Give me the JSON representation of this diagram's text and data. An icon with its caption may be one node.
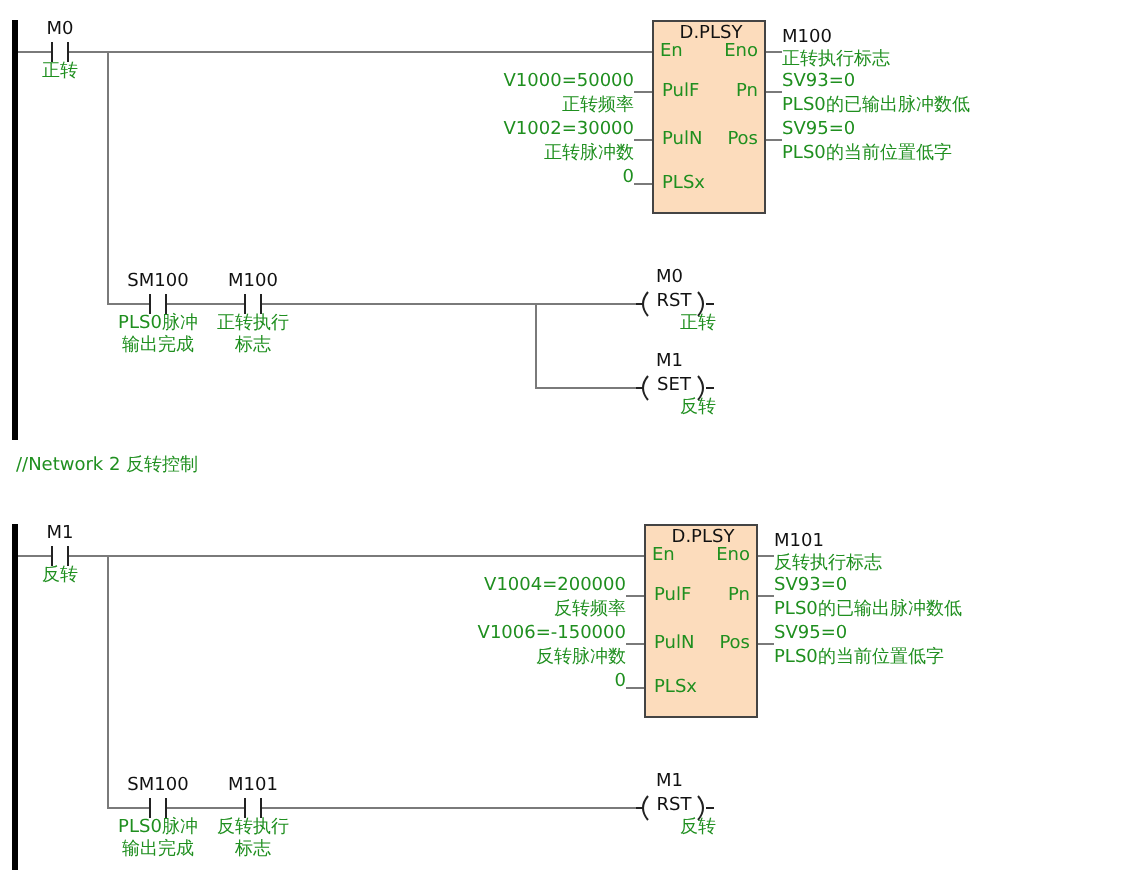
{
  "diagram": {
    "nodes": [
      {
        "text": [],
        "shape": "bar"
      },
      {
        "text": [
          "M0",
          "正转"
        ]
      },
      {
        "text": [
          "D.PLSY",
          "En",
          "Eno",
          "PulF",
          "Pn",
          "PulN",
          "Pos",
          "PLSx"
        ],
        "beside": [
          "M100",
          "正转执行标志",
          "V1000=50000",
          "正转频率",
          "SV93=0",
          "PLS0的已输出脉冲数低",
          "V1002=30000",
          "正转脉冲数",
          "SV95=0",
          "PLS0的当前位置低字",
          "0"
        ]
      },
      {
        "text": [
          "SM100",
          "PLS0脉冲输出完成"
        ]
      },
      {
        "text": [
          "M100",
          "正转执行标志"
        ]
      },
      {
        "text": [
          "M0",
          "RST",
          "正转"
        ]
      },
      {
        "text": [
          "M1",
          "SET",
          "反转"
        ]
      },
      {
        "text": [],
        "shape": "bar"
      },
      {
        "text": [
          "M1",
          "反转"
        ]
      },
      {
        "text": [
          "D.PLSY",
          "En",
          "Eno",
          "PulF",
          "Pn",
          "PulN",
          "Pos",
          "PLSx"
        ],
        "beside": [
          "M101",
          "反转执行标志",
          "V1004=200000",
          "反转频率",
          "SV93=0",
          "PLS0的已输出脉冲数低",
          "V1006=-150000",
          "反转脉冲数",
          "SV95=0",
          "PLS0的当前位置低字",
          "0"
        ]
      },
      {
        "text": [
          "SM100",
          "PLS0脉冲输出完成"
        ]
      },
      {
        "text": [
          "M101",
          "反转执行标志"
        ]
      },
      {
        "text": [
          "M1",
          "RST",
          "反转"
        ]
      }
    ],
    "edges": [
      {
        "from": 0,
        "to": 1,
        "arrow": "none"
      },
      {
        "from": 1,
        "to": 2,
        "arrow": "none"
      },
      {
        "from": 1,
        "to": 3,
        "arrow": "none"
      },
      {
        "from": 3,
        "to": 4,
        "arrow": "none"
      },
      {
        "from": 4,
        "to": 5,
        "arrow": "none"
      },
      {
        "from": 4,
        "to": 6,
        "arrow": "none"
      },
      {
        "from": 7,
        "to": 8,
        "arrow": "none"
      },
      {
        "from": 8,
        "to": 9,
        "arrow": "none"
      },
      {
        "from": 8,
        "to": 10,
        "arrow": "none"
      },
      {
        "from": 10,
        "to": 11,
        "arrow": "none"
      },
      {
        "from": 11,
        "to": 12,
        "arrow": "none"
      }
    ],
    "labels": [
      "//Network 2 反转控制"
    ]
  }
}
